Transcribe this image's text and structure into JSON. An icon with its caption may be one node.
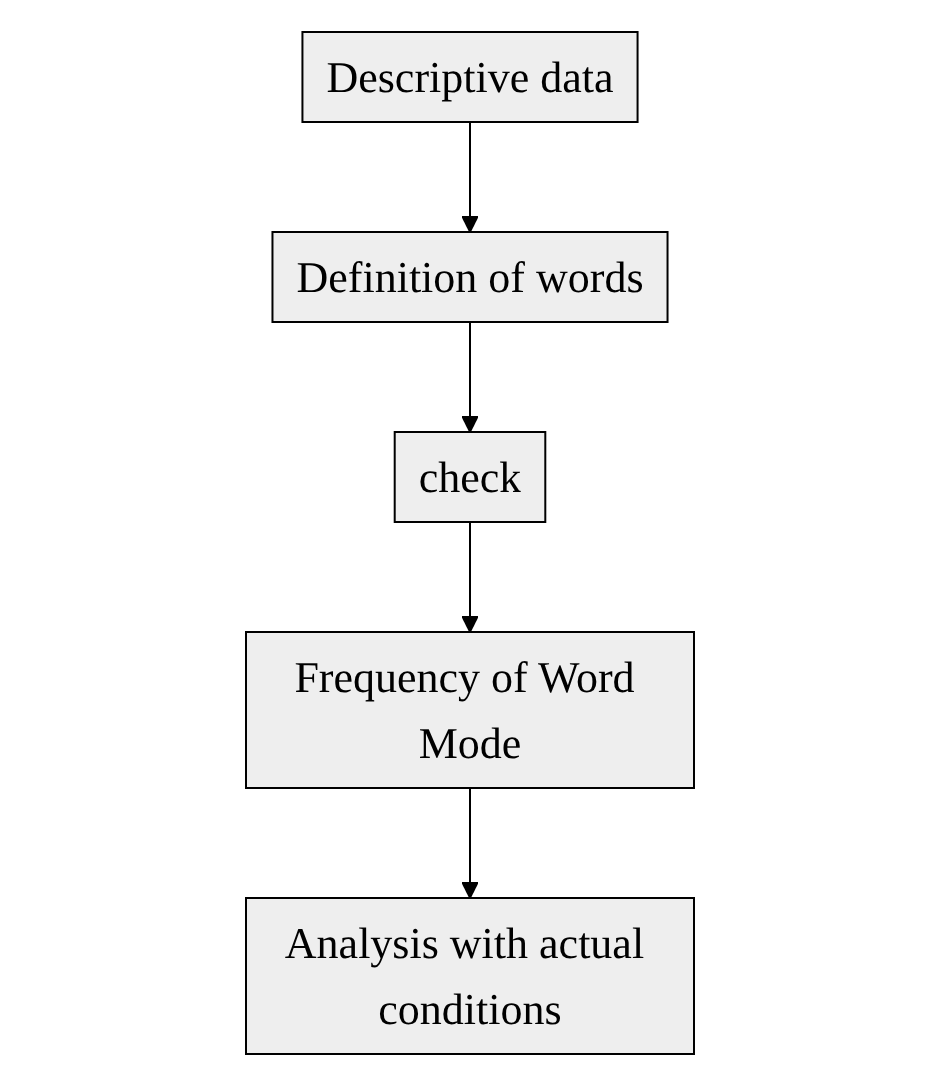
{
  "diagram": {
    "nodes": [
      {
        "text": [
          "Descriptive data"
        ]
      },
      {
        "text": [
          "Definition of words"
        ]
      },
      {
        "text": [
          "check"
        ]
      },
      {
        "text": [
          "Frequency of Word Mode"
        ]
      },
      {
        "text": [
          "Analysis with actual conditions"
        ]
      }
    ],
    "edges": [
      {
        "from": 0,
        "to": 1,
        "arrow": "to"
      },
      {
        "from": 1,
        "to": 2,
        "arrow": "to"
      },
      {
        "from": 2,
        "to": 3,
        "arrow": "to"
      },
      {
        "from": 3,
        "to": 4,
        "arrow": "to"
      }
    ]
  }
}
